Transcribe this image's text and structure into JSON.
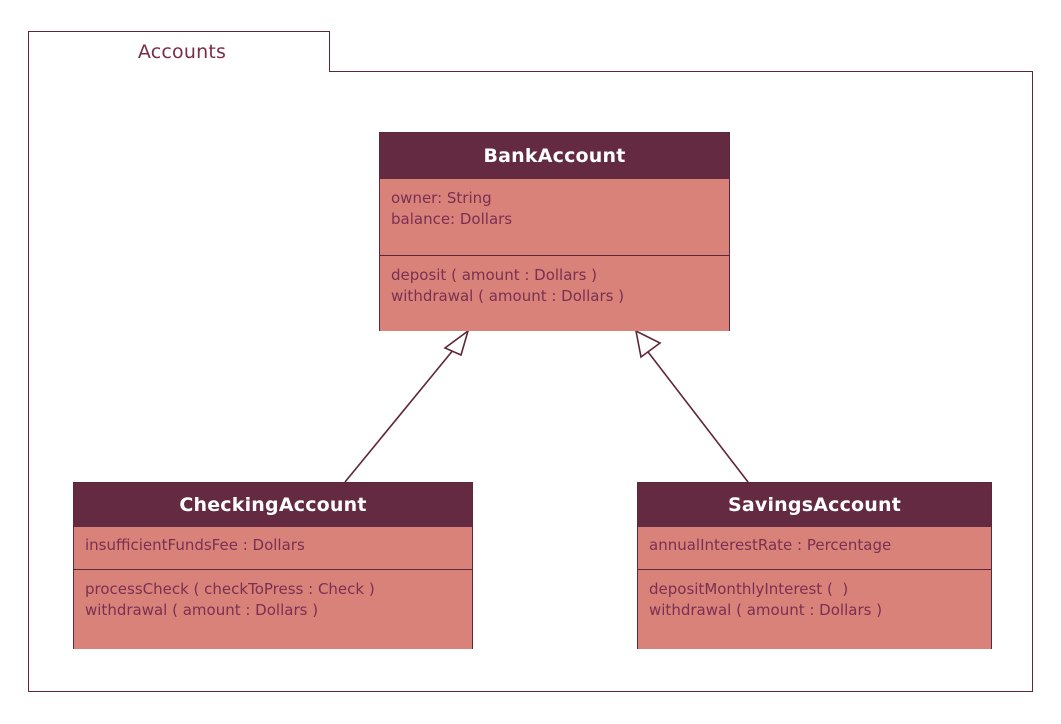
{
  "diagram": {
    "type": "uml-class-diagram",
    "package": {
      "name": "Accounts"
    },
    "colors": {
      "header_fill": "#632A41",
      "body_fill": "#D9827A",
      "line": "#5E2639",
      "header_text": "#FFFFFF",
      "body_text": "#7A3050",
      "tab_text": "#7A2E46",
      "background": "#FFFFFF"
    },
    "classes": [
      {
        "id": "bankaccount",
        "name": "BankAccount",
        "attributes": [
          "owner: String",
          "balance: Dollars"
        ],
        "operations": [
          "deposit ( amount : Dollars )",
          "withdrawal ( amount : Dollars )"
        ]
      },
      {
        "id": "checkingaccount",
        "name": "CheckingAccount",
        "attributes": [
          "insufficientFundsFee : Dollars"
        ],
        "operations": [
          "processCheck ( checkToPress : Check )",
          "withdrawal ( amount : Dollars )"
        ]
      },
      {
        "id": "savingsaccount",
        "name": "SavingsAccount",
        "attributes": [
          "annualInterestRate : Percentage"
        ],
        "operations": [
          "depositMonthlyInterest (  )",
          "withdrawal ( amount : Dollars )"
        ]
      }
    ],
    "relationships": [
      {
        "id": "gen-checking-bank",
        "kind": "generalization",
        "source": "checkingaccount",
        "target": "bankaccount",
        "arrow": "hollow-triangle"
      },
      {
        "id": "gen-savings-bank",
        "kind": "generalization",
        "source": "savingsaccount",
        "target": "bankaccount",
        "arrow": "hollow-triangle"
      }
    ]
  }
}
